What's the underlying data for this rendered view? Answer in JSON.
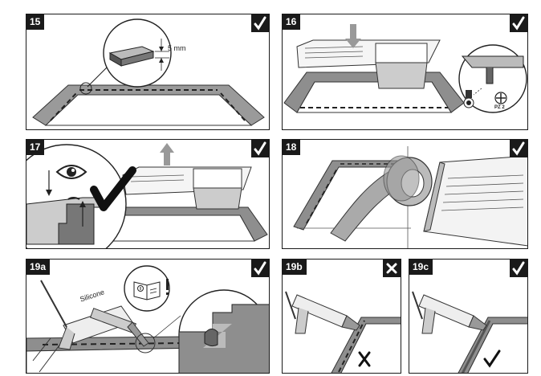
{
  "steps": [
    {
      "id": "15",
      "status": "check"
    },
    {
      "id": "16",
      "status": "check"
    },
    {
      "id": "17",
      "status": "check"
    },
    {
      "id": "18",
      "status": "check"
    },
    {
      "id": "19a",
      "status": "check"
    },
    {
      "id": "19b",
      "status": "cross"
    },
    {
      "id": "19c",
      "status": "check"
    }
  ],
  "step15": {
    "gap_label": "5 mm"
  },
  "step16": {
    "screwdriver_label": "PZ 2"
  },
  "step19a": {
    "sealant_label": "Silicone"
  },
  "icons": [
    "check-icon",
    "cross-icon",
    "eye-icon",
    "arrow-up-icon",
    "arrow-down-icon",
    "read-instructions-icon",
    "exclamation-icon",
    "phillips-screw-icon"
  ]
}
